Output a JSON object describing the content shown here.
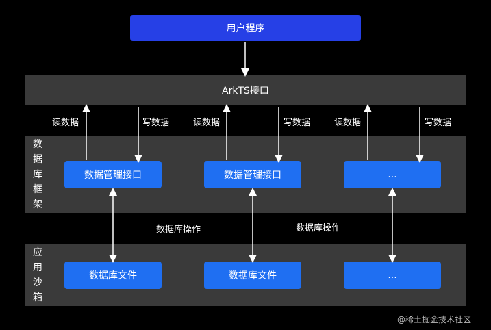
{
  "top": {
    "app_label": "用户程序"
  },
  "api": {
    "label": "ArkTS接口"
  },
  "framework": {
    "side_label": "数据库框架",
    "boxes": [
      "数据管理接口",
      "数据管理接口",
      "..."
    ],
    "read_label": "读数据",
    "write_label": "写数据"
  },
  "sandbox": {
    "side_label": "应用沙箱",
    "boxes": [
      "数据库文件",
      "数据库文件",
      "..."
    ]
  },
  "ops_label": "数据库操作",
  "watermark": "@稀土掘金技术社区",
  "colors": {
    "background": "#000000",
    "band": "#3a3a3a",
    "box_blue": "#1f6ff2",
    "top_blue": "#2640e6",
    "arrow": "#ffffff"
  }
}
